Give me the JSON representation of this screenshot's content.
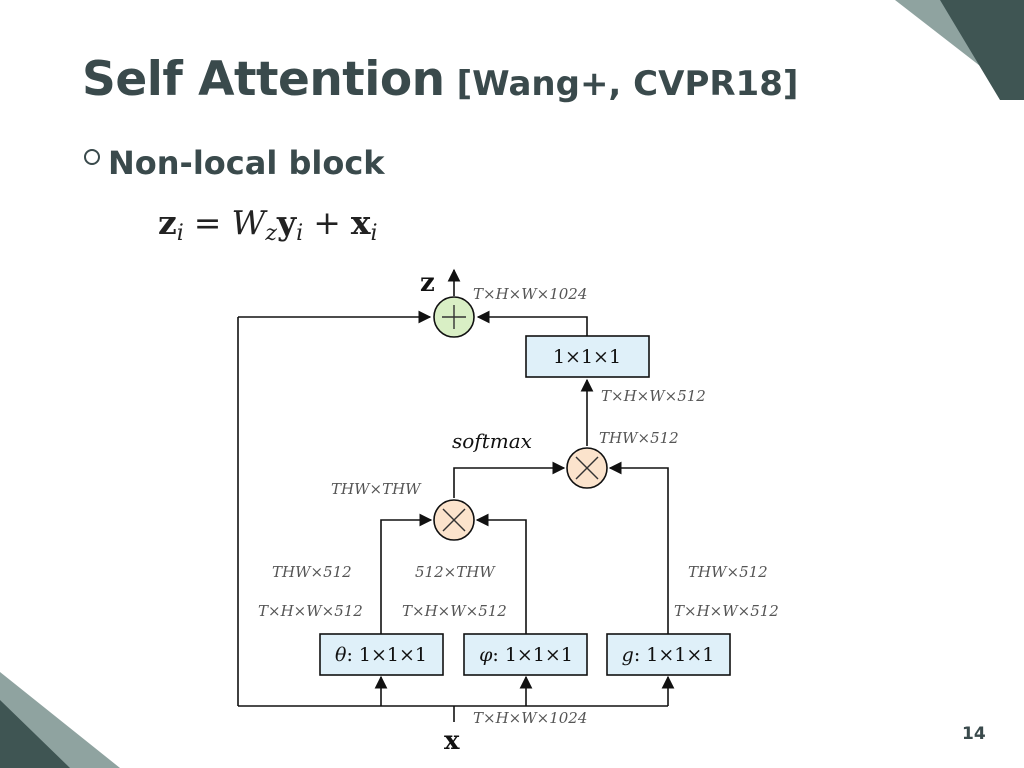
{
  "slide": {
    "title": "Self Attention",
    "citation": "[Wang+, CVPR18]",
    "bullet": "Non-local block",
    "page_number": "14"
  },
  "formula": {
    "lhs": "z",
    "lhs_sub": "i",
    "equals": "=",
    "w": "W",
    "w_sub": "z",
    "y": "y",
    "y_sub": "i",
    "plus": "+",
    "x": "x",
    "x_sub": "i"
  },
  "diagram": {
    "output_label": "z",
    "input_label": "x",
    "softmax_label": "softmax",
    "boxes": {
      "theta": {
        "var": "θ",
        "rest": ": 1×1×1"
      },
      "phi": {
        "var": "φ",
        "rest": ": 1×1×1"
      },
      "g": {
        "var": "g",
        "rest": ": 1×1×1"
      },
      "out": {
        "label": "1×1×1"
      }
    },
    "dims": {
      "output_dim": "T×H×W×1024",
      "input_dim": "T×H×W×1024",
      "out_box_in": "T×H×W×512",
      "mult2_out": "THW×512",
      "mult1_out": "THW×THW",
      "theta_reshape": "THW×512",
      "phi_reshape": "512×THW",
      "g_reshape": "THW×512",
      "theta_out": "T×H×W×512",
      "phi_out": "T×H×W×512",
      "g_out": "T×H×W×512"
    },
    "colors": {
      "box_fill": "#dff0f9",
      "plus_fill": "#d9efc5",
      "mult_fill": "#fbe3cc",
      "corner_dark": "#3f5553",
      "corner_light": "#8fa3a0"
    },
    "icons": {
      "plus": "plus-icon",
      "multiply": "multiply-icon",
      "bullet": "ring-bullet-icon"
    }
  }
}
